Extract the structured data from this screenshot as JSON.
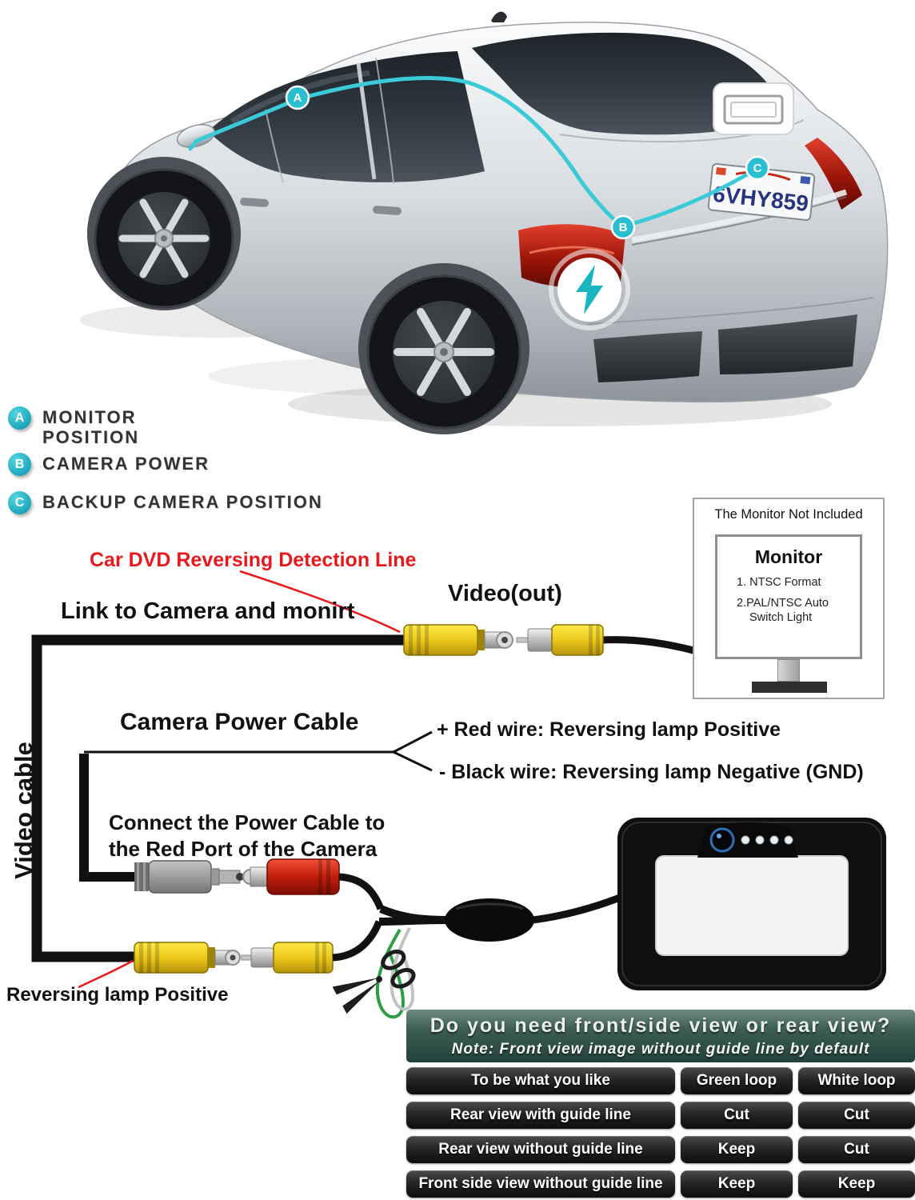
{
  "car": {
    "license_plate": "6VHY859",
    "markers": {
      "a": "A",
      "b": "B",
      "c": "C"
    }
  },
  "legend": {
    "a_letter": "A",
    "a_line1": "MONITOR",
    "a_line2": "POSITION",
    "b_letter": "B",
    "b_label": "CAMERA POWER",
    "c_letter": "C",
    "c_label": "BACKUP CAMERA POSITION"
  },
  "diagram": {
    "detection_line_label": "Car DVD Reversing Detection Line",
    "link_label": "Link to Camera and monirt",
    "video_out_label": "Video(out)",
    "video_cable_label": "Video cable",
    "camera_power_label": "Camera Power Cable",
    "red_wire_label": "+ Red wire: Reversing lamp Positive",
    "black_wire_label": "- Black wire: Reversing lamp Negative (GND)",
    "connect_line1": "Connect the Power Cable to",
    "connect_line2": "the Red Port of the Camera",
    "reversing_lamp_label": "Reversing lamp Positive",
    "monitor_box": {
      "note": "The Monitor Not Included",
      "title": "Monitor",
      "item1": "1. NTSC Format",
      "item2": "2.PAL/NTSC Auto",
      "item2b": "Switch Light"
    }
  },
  "table": {
    "title": "Do you need front/side view or rear view?",
    "note": "Note: Front view image without guide line by default",
    "rows": [
      [
        "To be what you like",
        "Green loop",
        "White loop"
      ],
      [
        "Rear view with guide line",
        "Cut",
        "Cut"
      ],
      [
        "Rear view without guide line",
        "Keep",
        "Cut"
      ],
      [
        "Front side view without guide line",
        "Keep",
        "Keep"
      ]
    ]
  },
  "colors": {
    "accent_teal": "#2cc0cf",
    "alert_red": "#e8191c",
    "rca_yellow": "#f2c81e",
    "power_red": "#d32413",
    "table_header_green": "#3d5d53",
    "cell_dark": "#1c1c1c"
  }
}
